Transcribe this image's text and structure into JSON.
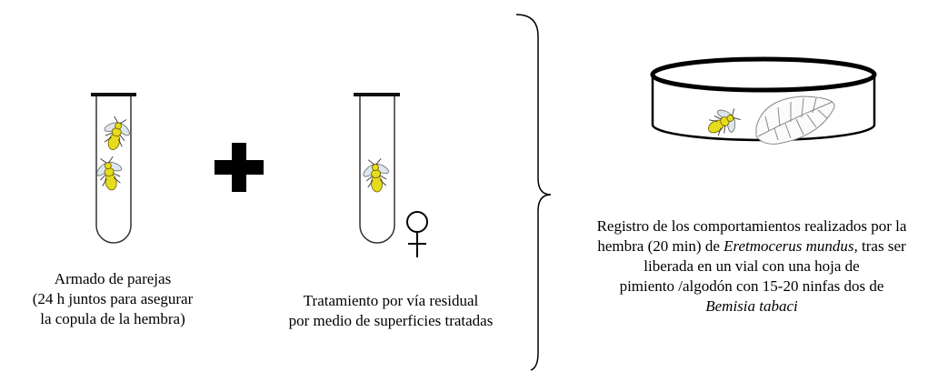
{
  "captions": {
    "pairing": [
      "Armado de parejas",
      "(24 h juntos para asegurar",
      "la copula de la hembra)"
    ],
    "treatment": [
      "Tratamiento por vía residual",
      "por medio de superficies tratadas"
    ],
    "record": {
      "line1": "Registro de los comportamientos realizados por la",
      "line2_pre": "hembra (20 min) de ",
      "line2_species": "Eretmocerus mundus,",
      "line2_post": " tras ser",
      "line3": "liberada en un vial con una hoja de",
      "line4": "pimiento /algodón con 15-20 ninfas dos de",
      "line5_species": "Bemisia tabaci"
    }
  },
  "symbols": {
    "plus": "plus-sign",
    "female": "female-symbol"
  },
  "colors": {
    "wasp_body": "#e6dc1e",
    "wasp_wing": "#dde6ef",
    "outline": "#222222"
  }
}
